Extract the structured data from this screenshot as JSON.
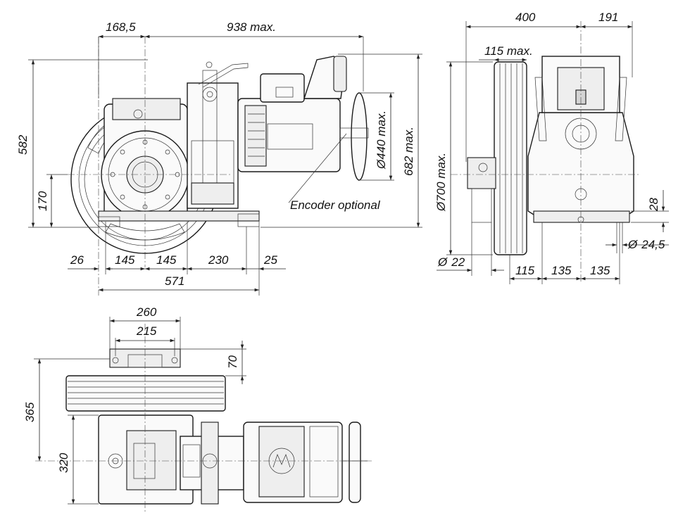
{
  "dimensions": {
    "front_168_5": "168,5",
    "front_938": "938 max.",
    "front_582": "582",
    "front_682": "682 max.",
    "front_440": "440 max.",
    "front_170": "170",
    "front_26": "26",
    "front_145a": "145",
    "front_145b": "145",
    "front_230": "230",
    "front_25": "25",
    "front_571": "571",
    "side_400": "400",
    "side_191": "191",
    "side_115max": "115  max.",
    "side_700": "700 max.",
    "side_28": "28",
    "side_24_5": "24,5",
    "side_22": "22",
    "side_115": "115",
    "side_135a": "135",
    "side_135b": "135",
    "top_260": "260",
    "top_215": "215",
    "top_70": "70",
    "top_365": "365",
    "top_320": "320"
  },
  "annotations": {
    "encoder": "Encoder optional",
    "diameter_symbol": "Ø"
  }
}
